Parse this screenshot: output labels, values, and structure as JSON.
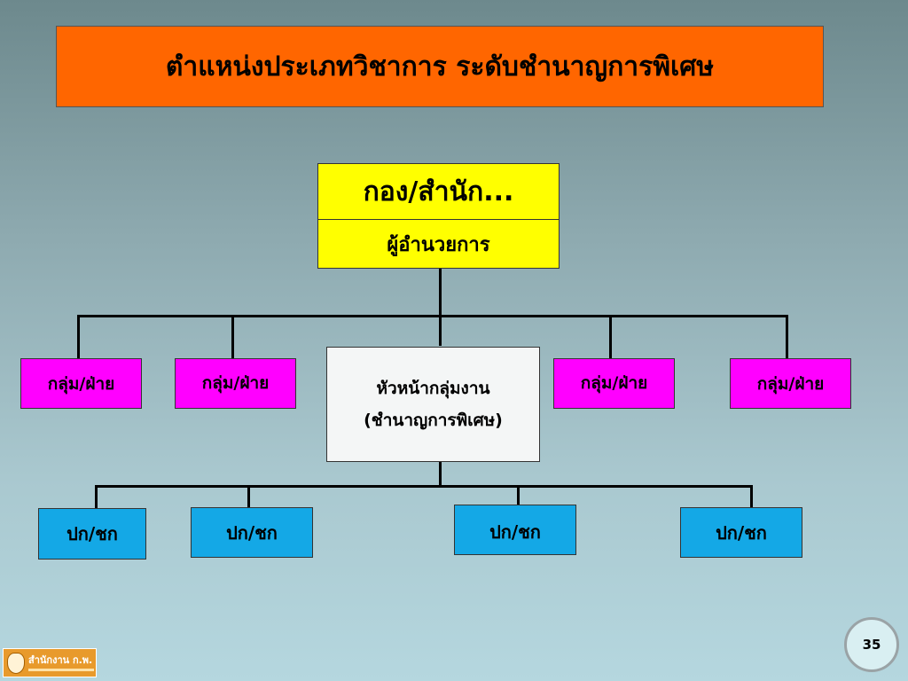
{
  "title": "ตำแหน่งประเภทวิชาการ ระดับชำนาญการพิเศษ",
  "top": {
    "unit": "กอง/สำนัก...",
    "position": "ผู้อำนวยการ"
  },
  "groups": [
    "กลุ่ม/ฝ่าย",
    "กลุ่ม/ฝ่าย",
    "กลุ่ม/ฝ่าย",
    "กลุ่ม/ฝ่าย"
  ],
  "center": {
    "line1": "หัวหน้ากลุ่มงาน",
    "line2": "(ชำนาญการพิเศษ)"
  },
  "staff": [
    "ปก/ชก",
    "ปก/ชก",
    "ปก/ชก",
    "ปก/ชก"
  ],
  "page_number": "35",
  "logo": {
    "text": "สำนักงาน ก.พ.",
    "emblem_icon": "ocsc-emblem-icon"
  }
}
